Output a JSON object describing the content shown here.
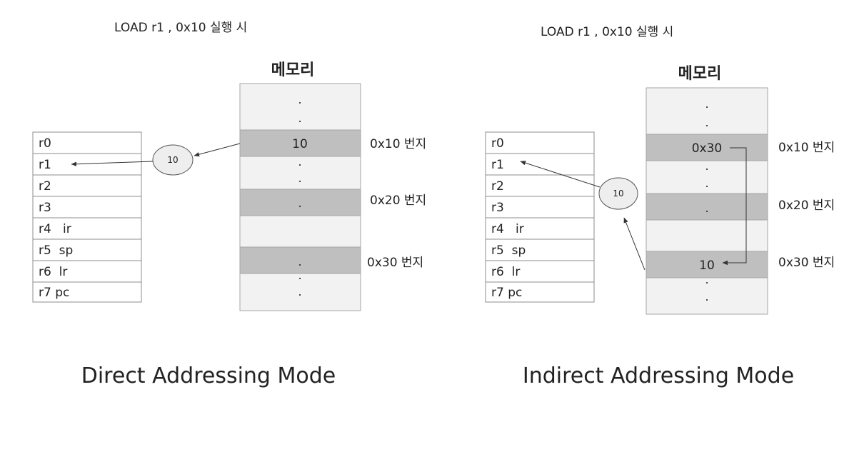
{
  "colors": {
    "memory_bg": "#f2f2f2",
    "memory_highlight": "#bfbfbf",
    "memory_border": "#a6a6a6",
    "register_border": "#8c8c8c",
    "circle_fill": "#eeeeee",
    "arrow": "#333333"
  },
  "direct": {
    "instruction": "LOAD r1 , 0x10 실행 시",
    "memory_title": "메모리",
    "registers": [
      "r0",
      "r1",
      "r2",
      "r3",
      "r4   ir",
      "r5  sp",
      "r6  lr",
      "r7 pc"
    ],
    "cell_0x10_value": "10",
    "dots": [
      ".",
      ".",
      ".",
      ".",
      ".",
      ".",
      ".",
      "."
    ],
    "addr_0x10": "0x10 번지",
    "addr_0x20": "0x20 번지",
    "addr_0x30": "0x30 번지",
    "circle_value": "10",
    "mode_label": "Direct Addressing Mode"
  },
  "indirect": {
    "instruction": "LOAD r1 , 0x10 실행 시",
    "memory_title": "메모리",
    "registers": [
      "r0",
      "r1",
      "r2",
      "r3",
      "r4   ir",
      "r5  sp",
      "r6  lr",
      "r7 pc"
    ],
    "cell_0x10_value": "0x30",
    "cell_0x30_value": "10",
    "dots": [
      ".",
      ".",
      ".",
      ".",
      ".",
      ".",
      ".",
      "."
    ],
    "addr_0x10": "0x10 번지",
    "addr_0x20": "0x20 번지",
    "addr_0x30": "0x30 번지",
    "circle_value": "10",
    "mode_label": "Indirect Addressing Mode"
  }
}
